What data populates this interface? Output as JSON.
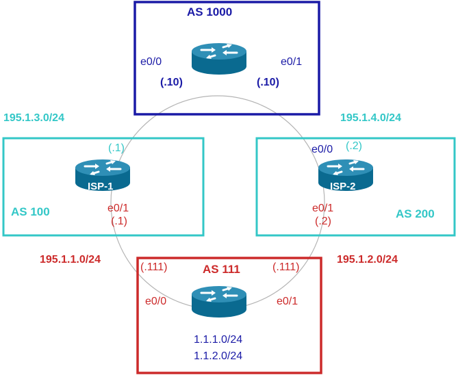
{
  "colors": {
    "as1000": "#1a1aa6",
    "isp": "#33c7c7",
    "as111": "#cc2a2a",
    "link": "#b4b4b4"
  },
  "as1000": {
    "title": "AS 1000",
    "if_left": "e0/0",
    "if_right": "e0/1",
    "ip_left": "(.10)",
    "ip_right": "(.10)"
  },
  "as100": {
    "title": "AS 100",
    "router_label": "ISP-1",
    "ip_top": "(.1)",
    "if_bottom": "e0/1",
    "ip_bottom": "(.1)"
  },
  "as200": {
    "title": "AS 200",
    "router_label": "ISP-2",
    "if_top": "e0/0",
    "ip_top": "(.2)",
    "if_bottom": "e0/1",
    "ip_bottom": "(.2)"
  },
  "as111": {
    "title": "AS 111",
    "if_left": "e0/0",
    "if_right": "e0/1",
    "ip_left": "(.111)",
    "ip_right": "(.111)",
    "net1": "1.1.1.0/24",
    "net2": "1.1.2.0/24"
  },
  "subnets": {
    "s_1_3": "195.1.3.0/24",
    "s_1_4": "195.1.4.0/24",
    "s_1_1": "195.1.1.0/24",
    "s_1_2": "195.1.2.0/24"
  },
  "icons": [
    "router-icon"
  ]
}
